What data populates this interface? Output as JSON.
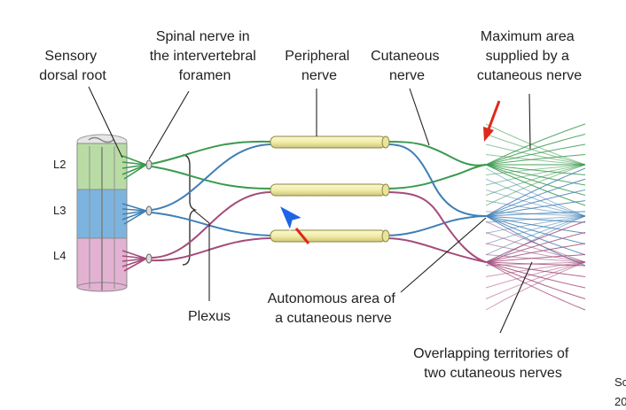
{
  "labels": {
    "sensory_dorsal_root": [
      "Sensory",
      "dorsal root"
    ],
    "spinal_nerve": [
      "Spinal nerve in",
      "the intervertebral",
      "foramen"
    ],
    "peripheral_nerve": [
      "Peripheral",
      "nerve"
    ],
    "cutaneous_nerve": [
      "Cutaneous",
      "nerve"
    ],
    "maximum_area": [
      "Maximum area",
      "supplied by a",
      "cutaneous nerve"
    ],
    "plexus": "Plexus",
    "autonomous_area": [
      "Autonomous area of",
      "a cutaneous nerve"
    ],
    "overlapping": [
      "Overlapping territories of",
      "two cutaneous nerves"
    ]
  },
  "segments": [
    "L2",
    "L3",
    "L4"
  ],
  "source_fragment": [
    "Sc",
    "20"
  ],
  "colors": {
    "green": "#3a9a4e",
    "blue": "#3f7fb5",
    "magenta": "#a44c7a",
    "l2_fill": "#b9dca4",
    "l3_fill": "#7db4df",
    "l4_fill": "#e3b2d2",
    "nerve_tube": "#f2eda8",
    "arrow_red": "#e0281c",
    "cursor_blue": "#1e64e6"
  }
}
